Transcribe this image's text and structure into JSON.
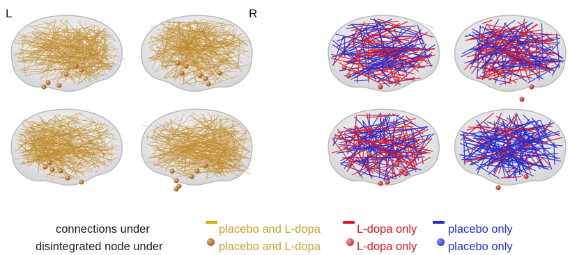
{
  "labels": {
    "left": "L",
    "right": "R"
  },
  "legend": {
    "connections": {
      "label": "connections under",
      "items": [
        {
          "text": "placebo and L-dopa",
          "color": "#e0a800"
        },
        {
          "text": "L-dopa only",
          "color": "#e0141e"
        },
        {
          "text": "placebo only",
          "color": "#1f2fd6"
        }
      ]
    },
    "nodes": {
      "label": "disintegrated node under",
      "items": [
        {
          "text": "placebo and L-dopa",
          "color": "#c9a227",
          "dot": "#a8661a"
        },
        {
          "text": "L-dopa only",
          "color": "#e0141e",
          "dot": "#b83a3a"
        },
        {
          "text": "placebo only",
          "color": "#1f2fd6",
          "dot": "#1f3fd0"
        }
      ]
    }
  },
  "colors": {
    "brain_fill": "#e4e4e6",
    "brain_edge": "#b9b9bd",
    "shared_edge": "#c08a2c",
    "ldopa_edge": "#e0141e",
    "placebo_edge": "#1f2fd6",
    "shared_node": "#b0702a",
    "ldopa_node": "#d23838"
  }
}
